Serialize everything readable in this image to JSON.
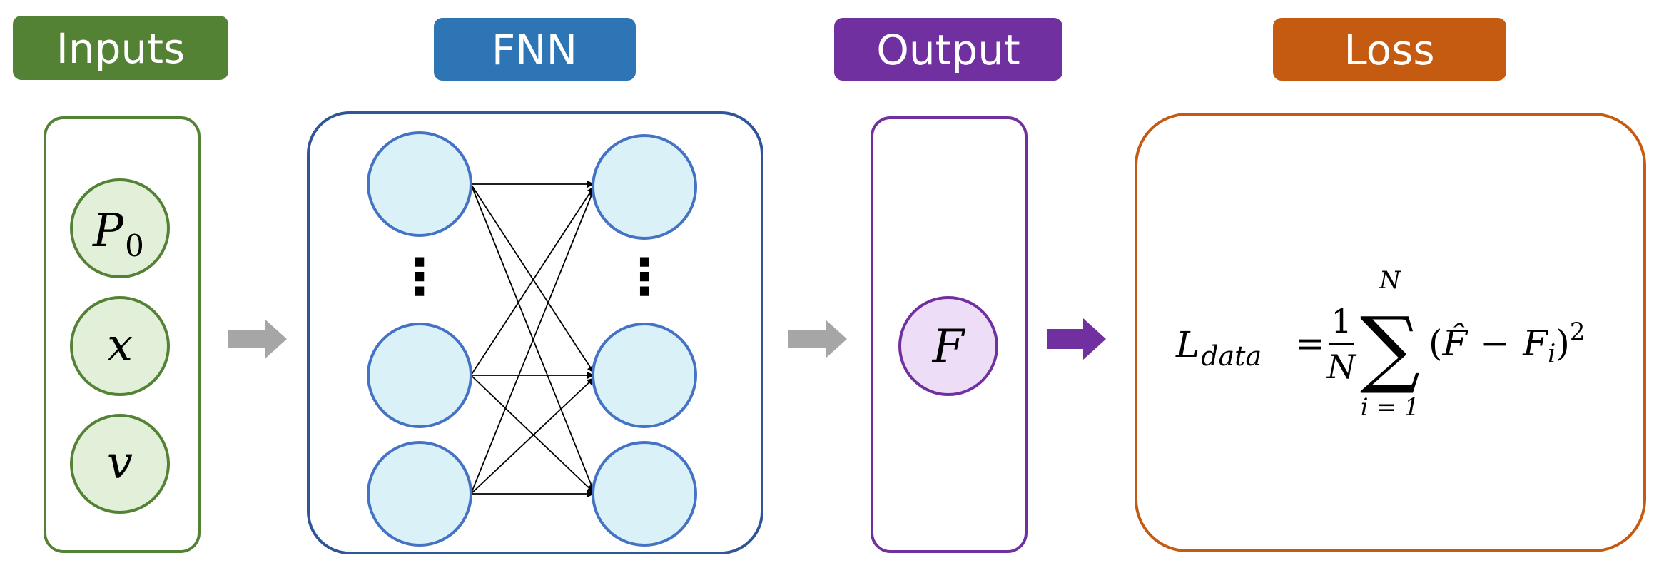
{
  "headers": {
    "inputs": {
      "label": "Inputs",
      "color": "#548235"
    },
    "fnn": {
      "label": "FNN",
      "color": "#2E75B6"
    },
    "output": {
      "label": "Output",
      "color": "#7030A0"
    },
    "loss": {
      "label": "Loss",
      "color": "#C55A11"
    }
  },
  "inputs": {
    "p_symbol": "P",
    "p_subscript": "0",
    "x_symbol": "x",
    "v_symbol": "v",
    "node_fill": "#E2EFD9",
    "border_color": "#548235"
  },
  "fnn": {
    "node_fill": "#DAF1F8",
    "node_stroke": "#4472C4",
    "border_color": "#2F5597",
    "ellipsis_left": "⋮",
    "ellipsis_right": "⋮"
  },
  "output": {
    "symbol": "F",
    "node_fill": "#EEDDF6",
    "border_color": "#7030A0"
  },
  "loss": {
    "border_color": "#C55A11",
    "formula": {
      "lhs": "L",
      "lhs_subscript": "data",
      "equals": "=",
      "frac_num": "1",
      "frac_den": "N",
      "sum_sign": "∑",
      "sum_upper": "N",
      "sum_lower": "i = 1",
      "open_paren": "(",
      "f_hat": "F̂",
      "minus": "−",
      "f_i": "F",
      "f_i_subscript": "i",
      "close_paren": ")",
      "exponent": "2"
    }
  },
  "arrows": {
    "gray": "#A6A6A6",
    "purple": "#7030A0"
  }
}
